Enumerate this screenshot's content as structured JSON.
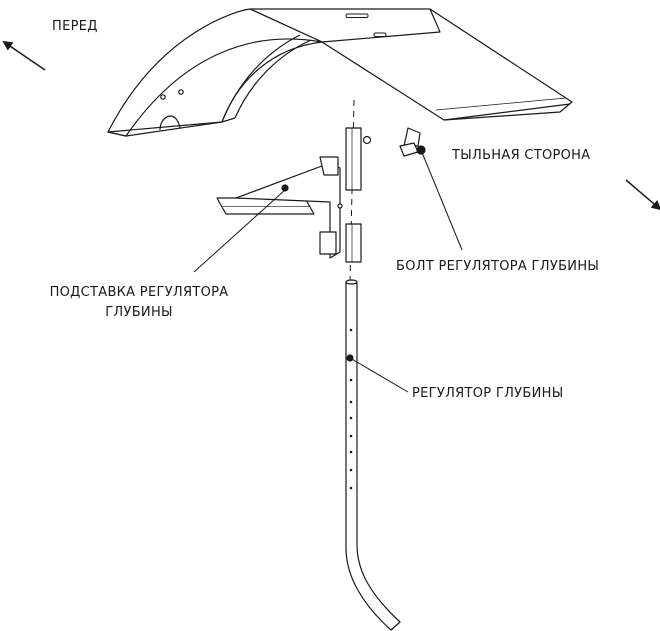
{
  "labels": {
    "front": "ПЕРЕД",
    "back": "ТЫЛЬНАЯ СТОРОНА",
    "bolt": "БОЛТ РЕГУЛЯТОРА ГЛУБИНЫ",
    "bracket_line1": "ПОДСТАВКА РЕГУЛЯТОРА",
    "bracket_line2": "ГЛУБИНЫ",
    "regulator": "РЕГУЛЯТОР ГЛУБИНЫ"
  },
  "colors": {
    "line": "#1a1a1a",
    "fill": "#ffffff",
    "shade": "#e6e6e6"
  }
}
